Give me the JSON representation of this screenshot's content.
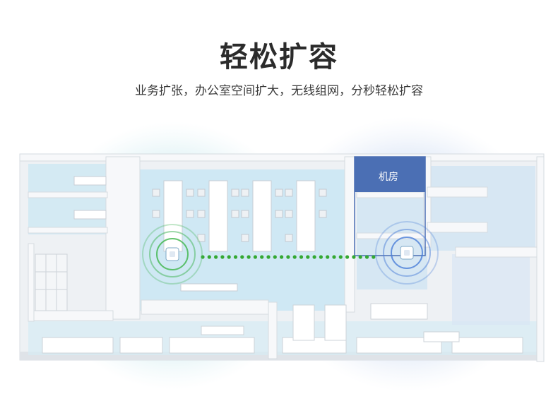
{
  "headline": "轻松扩容",
  "subline": "业务扩张，办公室空间扩大，无线组网，分秒轻松扩容",
  "server_room_label": "机房",
  "colors": {
    "floor": "#c9e6f3",
    "wall": "#f2f4f6",
    "green_signal": "#3db54a",
    "blue_signal": "#4a7ed8",
    "server_room": "#4b6fb4",
    "link_dots": "#34a832"
  },
  "icons": [
    "wifi-router-green-icon",
    "wifi-router-blue-icon"
  ]
}
